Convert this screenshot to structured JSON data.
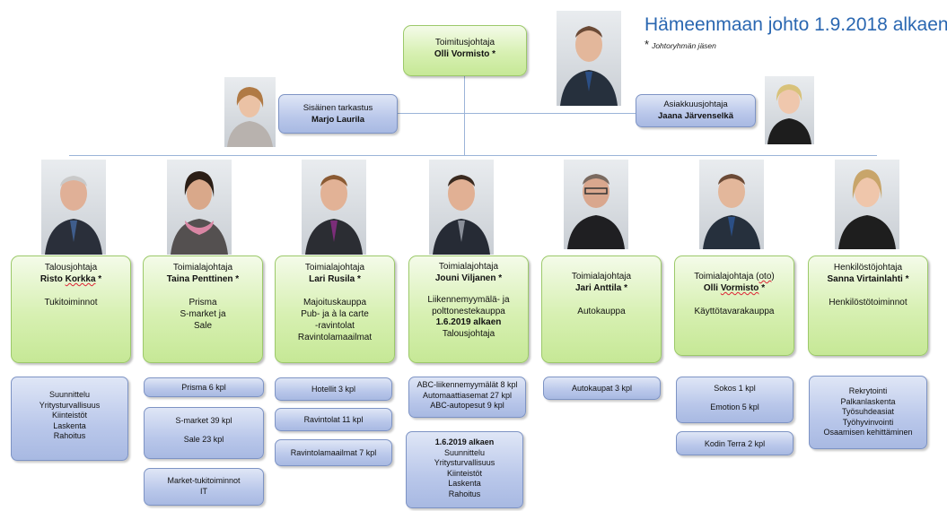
{
  "header": {
    "title": "Hämeenmaan johto 1.9.2018 alkaen",
    "star": "*",
    "note": "Johtoryhmän jäsen"
  },
  "ceo": {
    "role": "Toimitusjohtaja",
    "name": "Olli Vormisto *"
  },
  "audit": {
    "label": "Sisäinen tarkastus",
    "name": "Marjo Laurila"
  },
  "customer": {
    "role": "Asiakkuusjohtaja",
    "name": "Jaana Järvenselkä"
  },
  "heads": [
    {
      "role": "Talousjohtaja",
      "name_a": "Risto ",
      "name_b": "Korkka",
      "name_c": " *",
      "desc": [
        "",
        "Tukitoiminnot"
      ]
    },
    {
      "role": "Toimialajohtaja",
      "name": "Taina Penttinen *",
      "desc": [
        "",
        "Prisma",
        "S-market ja",
        "Sale"
      ]
    },
    {
      "role": "Toimialajohtaja",
      "name": "Lari Rusila *",
      "desc": [
        "",
        "Majoituskauppa",
        "Pub- ja à la carte",
        "-ravintolat",
        "Ravintolamaailmat"
      ]
    },
    {
      "role": "Toimialajohtaja",
      "name": "Jouni Viljanen *",
      "desc": [
        "",
        "Liikennemyymälä- ja",
        "polttonestekauppa"
      ],
      "bold": "1.6.2019 alkaen",
      "desc2": "Talousjohtaja"
    },
    {
      "role": "Toimialajohtaja",
      "name": "Jari Anttila *",
      "desc": [
        "",
        "Autokauppa"
      ]
    },
    {
      "role_a": "Toimialajohtaja (",
      "role_b": "oto",
      "role_c": ")",
      "name_a": "Olli ",
      "name_b": "Vormisto",
      "name_c": " *",
      "desc": [
        "",
        "Käyttötavarakauppa"
      ]
    },
    {
      "role": "Henkilöstöjohtaja",
      "name": "Sanna Virtainlahti *",
      "desc": [
        "",
        "Henkilöstötoiminnot"
      ]
    }
  ],
  "units": {
    "c1": [
      "Suunnittelu",
      "Yritysturvallisuus",
      "Kiinteistöt",
      "Laskenta",
      "Rahoitus"
    ],
    "c2a": "Prisma 6 kpl",
    "c2b": [
      "S-market 39 kpl",
      "",
      "Sale 23 kpl"
    ],
    "c2c": [
      "Market-tukitoiminnot",
      "IT"
    ],
    "c3a": "Hotellit 3 kpl",
    "c3b": "Ravintolat 11 kpl",
    "c3c": "Ravintolamaailmat 7 kpl",
    "c4a": [
      "ABC-liikennemyymälät 8 kpl",
      "Automaattiasemat 27 kpl",
      "ABC-autopesut 9 kpl"
    ],
    "c4b_head": "1.6.2019 alkaen",
    "c4b": [
      "Suunnittelu",
      "Yritysturvallisuus",
      "Kiinteistöt",
      "Laskenta",
      "Rahoitus"
    ],
    "c5": "Autokaupat 3 kpl",
    "c6a": [
      "Sokos 1 kpl",
      "",
      "Emotion  5 kpl"
    ],
    "c6b": "Kodin Terra 2 kpl",
    "c7": [
      "Rekrytointi",
      "Palkanlaskenta",
      "Työsuhdeasiat",
      "Työhyvinvointi",
      "Osaamisen kehittäminen"
    ]
  },
  "colors": {
    "green_box": "#d7f0b2",
    "blue_box": "#b9c7ea",
    "connector": "#9bb4d8",
    "title": "#2a67b1"
  }
}
